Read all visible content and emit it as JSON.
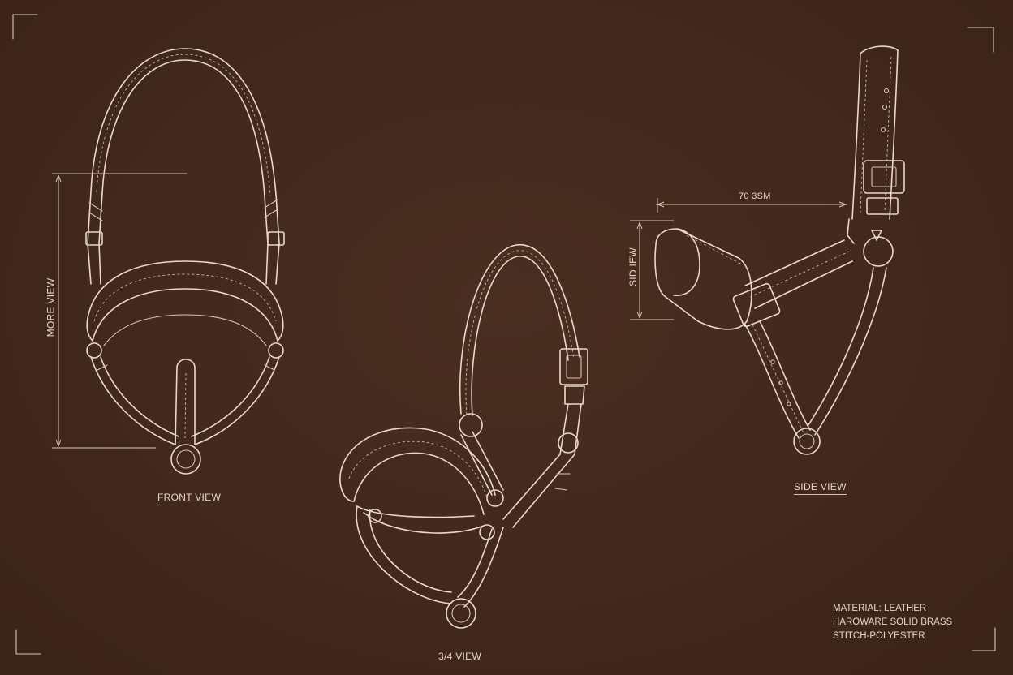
{
  "views": {
    "front_label": "FRONT VIEW",
    "three_quarter_label": "3/4 VIEW",
    "side_label": "SIDE VIEW"
  },
  "dimensions": {
    "front_vertical": "MORE VIEW",
    "side_vertical": "SID IEW",
    "side_horizontal": "70 3SM"
  },
  "specs": [
    "MATERIAL: LEATHER",
    "HAROWARE  SOLID BRASS",
    "STITCH-POLYESTER"
  ],
  "colors": {
    "background": "#42281d",
    "ink": "#e8d9c8"
  }
}
